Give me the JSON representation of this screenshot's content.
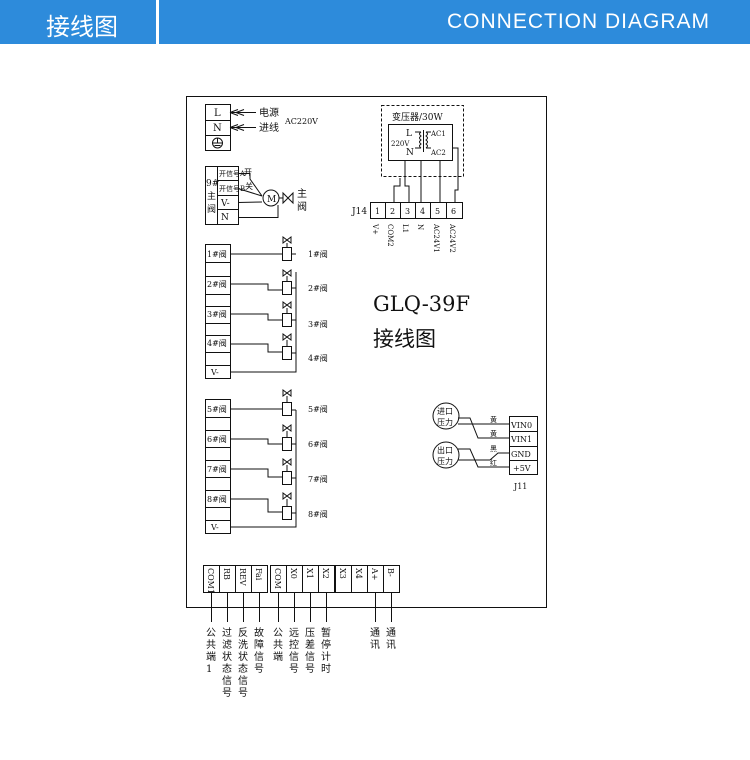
{
  "header": {
    "title_cn": "接线图",
    "title_en": "CONNECTION  DIAGRAM",
    "bg_color": "#2d8bdb"
  },
  "power": {
    "rows": [
      "L",
      "N"
    ],
    "label1": "电源",
    "label2": "进线",
    "voltage": "AC220V",
    "ground_icon": "ground-icon"
  },
  "main_valve": {
    "side": [
      "9#",
      "主",
      "阀"
    ],
    "rows": [
      "开信号A",
      "开信号B",
      "V-",
      "N"
    ],
    "open": "开",
    "close": "关",
    "motor": "M",
    "label": [
      "主",
      "阀"
    ]
  },
  "valves_top": {
    "rows": [
      "1#阀",
      "2#阀",
      "3#阀",
      "4#阀",
      "V-"
    ],
    "labels": [
      "1#阀",
      "2#阀",
      "3#阀",
      "4#阀"
    ]
  },
  "valves_bottom": {
    "rows": [
      "5#阀",
      "6#阀",
      "7#阀",
      "8#阀",
      "V-"
    ],
    "labels": [
      "5#阀",
      "6#阀",
      "7#阀",
      "8#阀"
    ]
  },
  "transformer": {
    "title": "变压器/30W",
    "in_l": "L",
    "in_n": "N",
    "in_v": "220V",
    "out1": "AC1",
    "out2": "AC2"
  },
  "j14": {
    "name": "J14",
    "pins": [
      "1",
      "2",
      "3",
      "4",
      "5",
      "6"
    ],
    "labels": [
      "V+",
      "COM2",
      "L1",
      "N",
      "AC24V1",
      "AC24V2"
    ]
  },
  "model": {
    "line1": "GLQ-39F",
    "line2": "接线图"
  },
  "j11": {
    "name": "J11",
    "pins": [
      "VIN0",
      "VIN1",
      "GND",
      "+5V"
    ],
    "wires": [
      "黄",
      "黄",
      "黑",
      "红"
    ],
    "sensor1": [
      "进口",
      "压力"
    ],
    "sensor2": [
      "出口",
      "压力"
    ]
  },
  "bottom_terminal": {
    "pins": [
      "COM1",
      "RB",
      "REV",
      "Fai",
      "COM",
      "X0",
      "X1",
      "X2",
      "X3",
      "X4",
      "A+",
      "B-"
    ],
    "labels": [
      {
        "text": "公共端1"
      },
      {
        "text": "过滤状态信号"
      },
      {
        "text": "反洗状态信号"
      },
      {
        "text": "故障信号"
      },
      {
        "text": "公共端"
      },
      {
        "text": "远控信号"
      },
      {
        "text": "压差信号"
      },
      {
        "text": "暂停计时"
      },
      {
        "text": "通讯"
      },
      {
        "text": "通讯"
      }
    ]
  }
}
